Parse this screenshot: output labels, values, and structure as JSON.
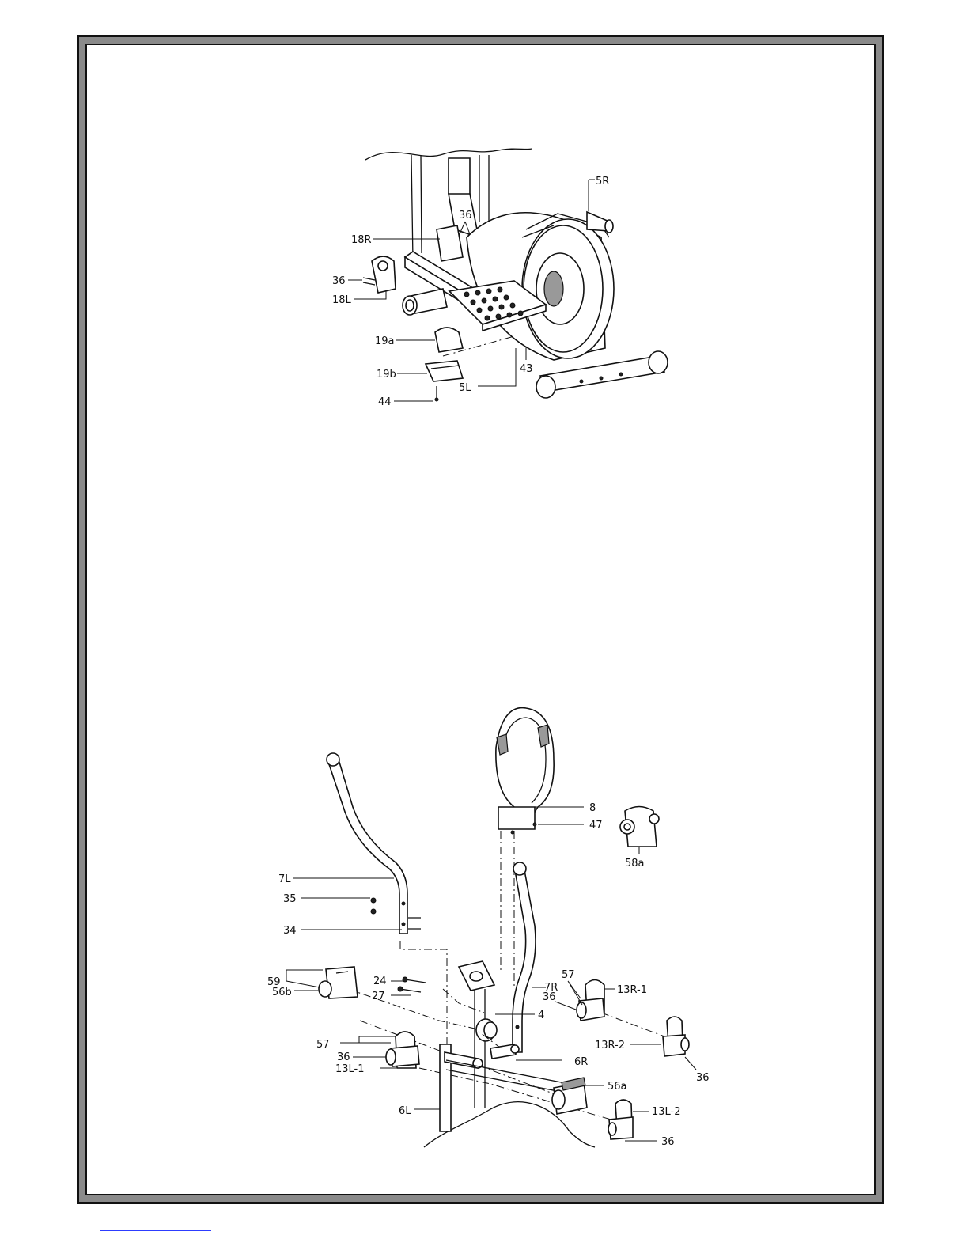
{
  "figures": [
    {
      "id": "stabilizer-assembly",
      "labels": [
        "5R",
        "36",
        "18R",
        "36",
        "18L",
        "19a",
        "19b",
        "44",
        "43",
        "5L"
      ]
    },
    {
      "id": "handlebar-assembly",
      "labels": [
        "8",
        "47",
        "58a",
        "7L",
        "35",
        "34",
        "59",
        "56b",
        "24",
        "27",
        "4",
        "7R",
        "57",
        "36",
        "13R-1",
        "57",
        "36",
        "13L-1",
        "13R-2",
        "36",
        "6R",
        "56a",
        "6L",
        "13L-2",
        "36"
      ]
    }
  ],
  "colors": {
    "frame": "#8a8a8a",
    "ink": "#111111",
    "link": "#2d3cff"
  }
}
